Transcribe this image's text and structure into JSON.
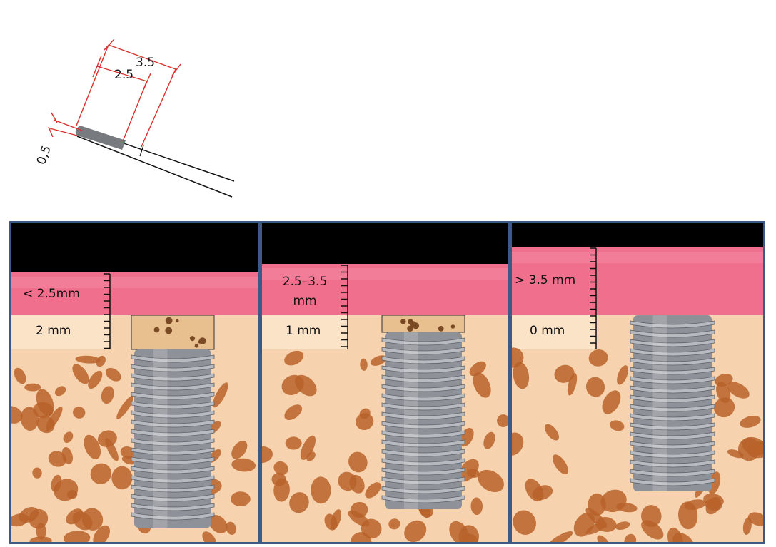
{
  "probe": {
    "dim_outer": "3.5",
    "dim_inner": "2.5",
    "dim_tip": "0,5"
  },
  "panels": [
    {
      "soft_tissue_label": "< 2.5mm",
      "crestal_bone_label": "2 mm"
    },
    {
      "soft_tissue_label_line1": "2.5–3.5",
      "soft_tissue_label_line2": "mm",
      "crestal_bone_label": "1 mm"
    },
    {
      "soft_tissue_label": "> 3.5 mm",
      "crestal_bone_label": "0 mm"
    }
  ],
  "colors": {
    "gingiva": "#f06f8c",
    "bone": "#f6d3ae",
    "marrow": "#b9612a",
    "implant": "#8e9198",
    "frame": "#3d5a86",
    "dimension_lines": "#d9302b"
  }
}
